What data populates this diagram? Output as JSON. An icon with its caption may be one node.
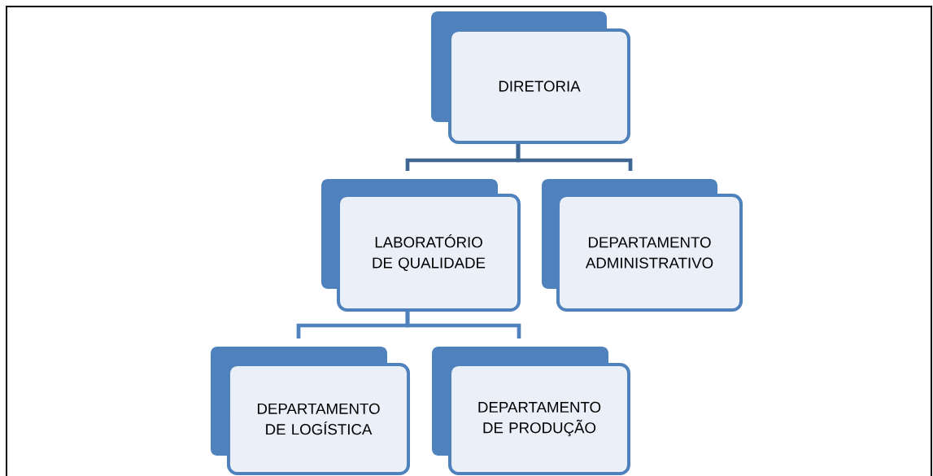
{
  "diagram": {
    "nodes": [
      {
        "text": [
          "DIRETORIA"
        ]
      },
      {
        "text": [
          "LABORATÓRIO DE QUALIDADE"
        ]
      },
      {
        "text": [
          "DEPARTAMENTO ADMINISTRATIVO"
        ]
      },
      {
        "text": [
          "DEPARTAMENTO DE LOGÍSTICA"
        ]
      },
      {
        "text": [
          "DEPARTAMENTO DE PRODUÇÃO"
        ]
      }
    ],
    "edges": [
      {
        "from": 0,
        "to": 1,
        "arrow": "none"
      },
      {
        "from": 0,
        "to": 2,
        "arrow": "none"
      },
      {
        "from": 1,
        "to": 3,
        "arrow": "none",
        "color": "#4f81bd"
      },
      {
        "from": 1,
        "to": 4,
        "arrow": "none",
        "color": "#4f81bd"
      }
    ]
  }
}
